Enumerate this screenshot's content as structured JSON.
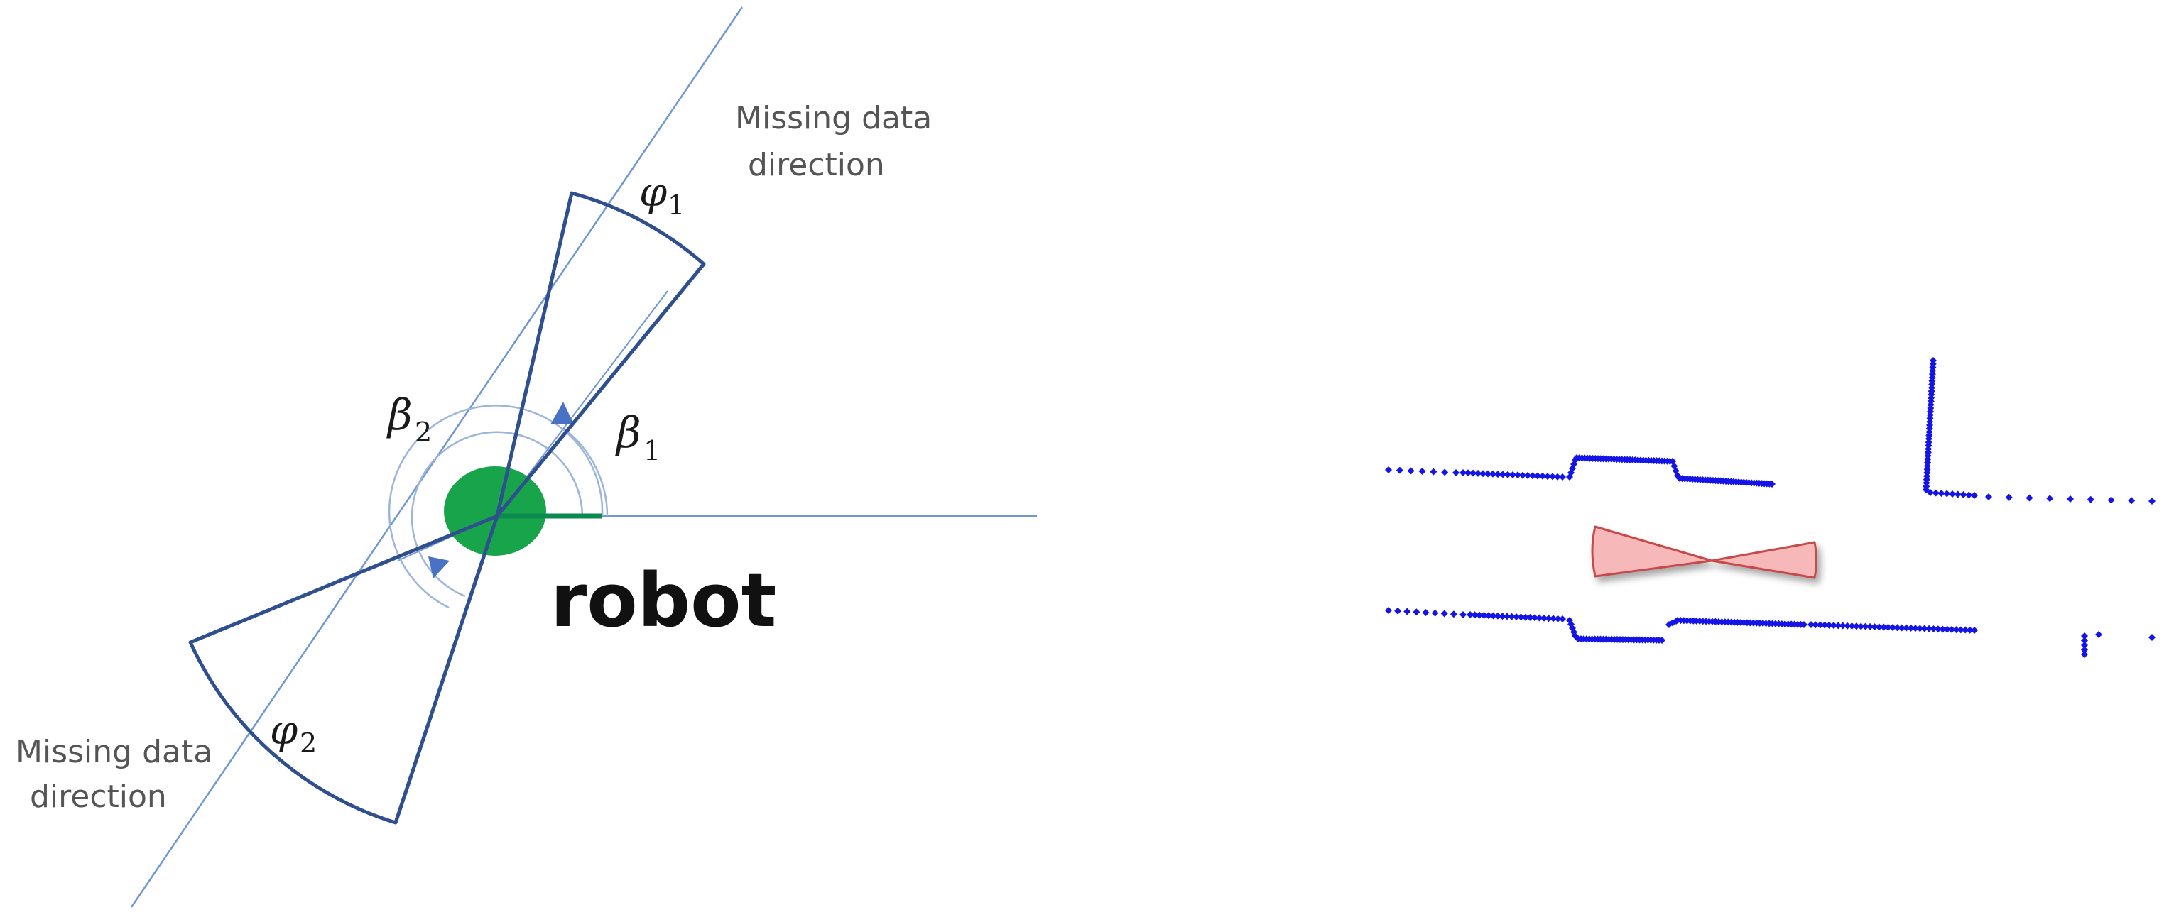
{
  "left_diagram": {
    "missing_data_label_top": [
      "Missing data",
      "direction"
    ],
    "missing_data_label_bottom": [
      "Missing data",
      "direction"
    ],
    "phi1": {
      "symbol": "φ",
      "subscript": "1"
    },
    "phi2": {
      "symbol": "φ",
      "subscript": "2"
    },
    "beta1": {
      "symbol": "β",
      "subscript": "1"
    },
    "beta2": {
      "symbol": "β",
      "subscript": "2"
    },
    "robot_label": "robot",
    "colors": {
      "sector_outline": "#2f4f8f",
      "ray_line": "#6f97d3",
      "arc": "#9bb5dc",
      "arrow": "#4a72c4",
      "robot_body": "#17a44a",
      "heading": "#0b8a4f"
    }
  },
  "right_diagram": {
    "colors": {
      "scan_points": "#1414e6",
      "wedge_fill": "#f6b8b8",
      "wedge_stroke": "#c84848"
    }
  }
}
